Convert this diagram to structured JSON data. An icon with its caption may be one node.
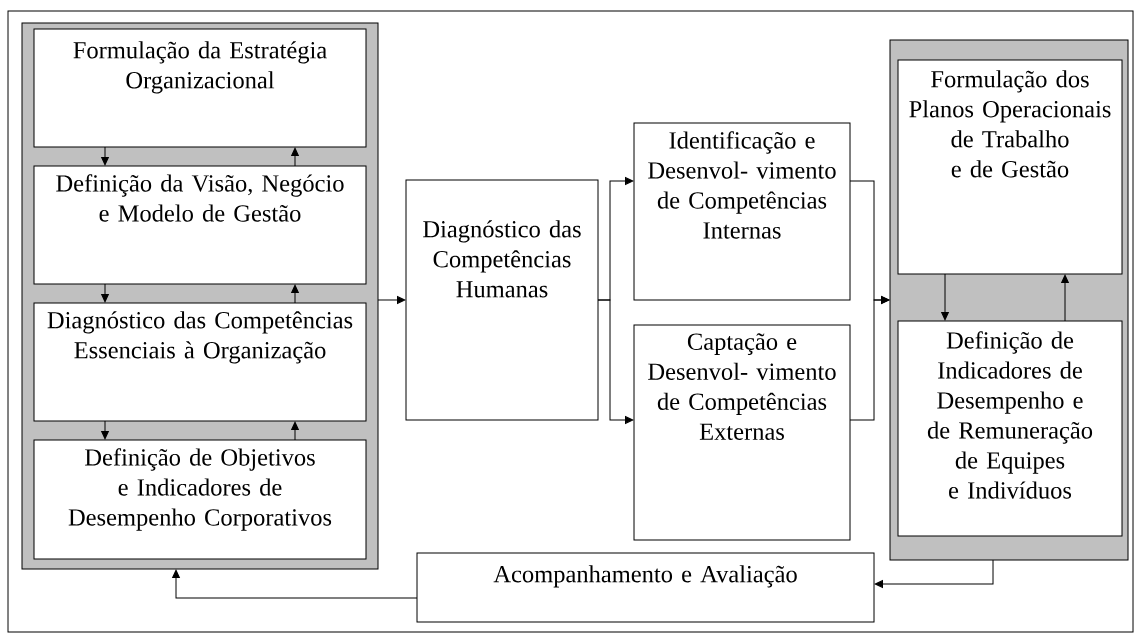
{
  "diagram": {
    "nodes": [
      {
        "text": [],
        "shape": "box"
      },
      {
        "text": [
          "Formulação da Estratégia Organizacional"
        ],
        "in": 0
      },
      {
        "text": [
          "Definição da Visão, Negócio e Modelo de Gestão"
        ],
        "in": 0
      },
      {
        "text": [
          "Diagnóstico das Competências Essenciais à Organização"
        ],
        "in": 0
      },
      {
        "text": [
          "Definição de Objetivos e Indicadores de Desempenho Corporativos"
        ],
        "in": 0
      },
      {
        "text": [
          "Diagnóstico das Competências Humanas"
        ]
      },
      {
        "text": [
          "Identificação e Desenvol- vimento de Competências Internas"
        ]
      },
      {
        "text": [
          "Captação e Desenvol- vimento de Competências Externas"
        ]
      },
      {
        "text": [],
        "shape": "box"
      },
      {
        "text": [
          "Formulação dos Planos Operacionais de Trabalho e de Gestão"
        ],
        "in": 8
      },
      {
        "text": [
          "Definição de Indicadores de Desempenho e de Remuneração de Equipes e Indivíduos"
        ],
        "in": 8
      },
      {
        "text": [
          "Acompanhamento e Avaliação"
        ]
      }
    ],
    "edges": [
      {
        "from": 1,
        "to": 2,
        "arrow": "to"
      },
      {
        "from": 2,
        "to": 1,
        "arrow": "to"
      },
      {
        "from": 2,
        "to": 3,
        "arrow": "to"
      },
      {
        "from": 3,
        "to": 2,
        "arrow": "to"
      },
      {
        "from": 3,
        "to": 4,
        "arrow": "to"
      },
      {
        "from": 4,
        "to": 3,
        "arrow": "to"
      },
      {
        "from": 0,
        "to": 5,
        "arrow": "to"
      },
      {
        "from": 5,
        "to": 6,
        "arrow": "to"
      },
      {
        "from": 5,
        "to": 7,
        "arrow": "to"
      },
      {
        "from": 6,
        "to": 8,
        "arrow": "to"
      },
      {
        "from": 7,
        "to": 8,
        "arrow": "to"
      },
      {
        "from": 9,
        "to": 10,
        "arrow": "to"
      },
      {
        "from": 10,
        "to": 9,
        "arrow": "to"
      },
      {
        "from": 8,
        "to": 11,
        "arrow": "to"
      },
      {
        "from": 11,
        "to": 0,
        "arrow": "to"
      }
    ]
  }
}
